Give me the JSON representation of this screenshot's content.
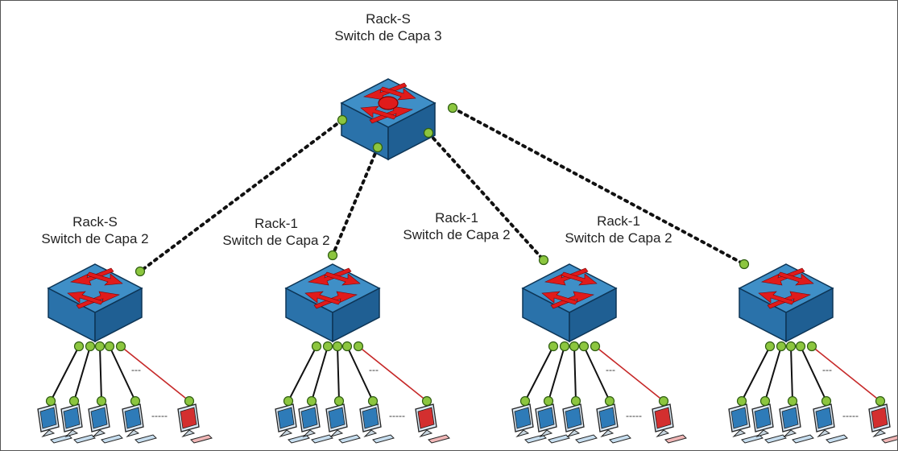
{
  "core": {
    "title": "Rack-S",
    "subtitle": "Switch de Capa 3"
  },
  "access": [
    {
      "title": "Rack-S",
      "subtitle": "Switch de Capa 2"
    },
    {
      "title": "Rack-1",
      "subtitle": "Switch de Capa 2"
    },
    {
      "title": "Rack-1",
      "subtitle": "Switch de Capa 2"
    },
    {
      "title": "Rack-1",
      "subtitle": "Switch de Capa 2"
    }
  ],
  "hosts_per_switch": 5,
  "ellipsis_mark": "---",
  "colors": {
    "switch_top": "#3f8fc7",
    "switch_front": "#1f5f93",
    "switch_side": "#2a72aa",
    "arrow": "#e01b1b",
    "port": "#8cc63f",
    "uplink": "#111111",
    "host_cable": "#111111",
    "highlight_cable": "#c62828",
    "pc_normal": "#2e7bb8",
    "pc_highlight": "#d32f2f"
  }
}
